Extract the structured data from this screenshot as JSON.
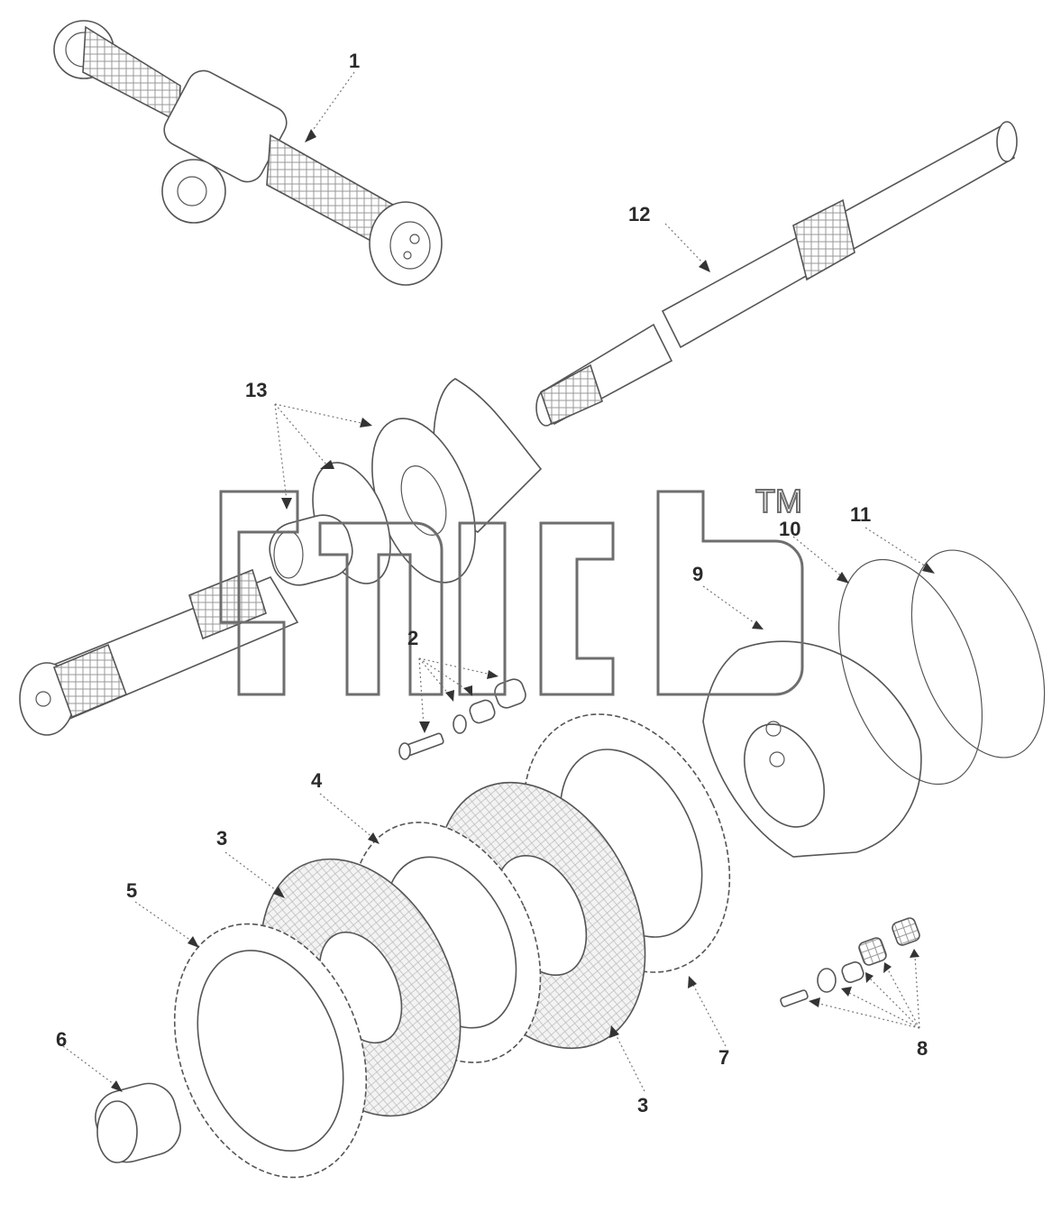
{
  "diagram": {
    "header_text": "",
    "callouts": [
      {
        "id": "c1",
        "label": "1"
      },
      {
        "id": "c2",
        "label": "2"
      },
      {
        "id": "c3a",
        "label": "3"
      },
      {
        "id": "c3b",
        "label": "3"
      },
      {
        "id": "c4",
        "label": "4"
      },
      {
        "id": "c5",
        "label": "5"
      },
      {
        "id": "c6",
        "label": "6"
      },
      {
        "id": "c7",
        "label": "7"
      },
      {
        "id": "c8",
        "label": "8"
      },
      {
        "id": "c9",
        "label": "9"
      },
      {
        "id": "c10",
        "label": "10"
      },
      {
        "id": "c11",
        "label": "11"
      },
      {
        "id": "c12",
        "label": "12"
      },
      {
        "id": "c13",
        "label": "13"
      }
    ],
    "watermark": {
      "tm": "TM"
    },
    "colors": {
      "line": "#555555",
      "label": "#2a2a2a",
      "watermark": "#6e6e6e",
      "background": "#ffffff"
    }
  }
}
